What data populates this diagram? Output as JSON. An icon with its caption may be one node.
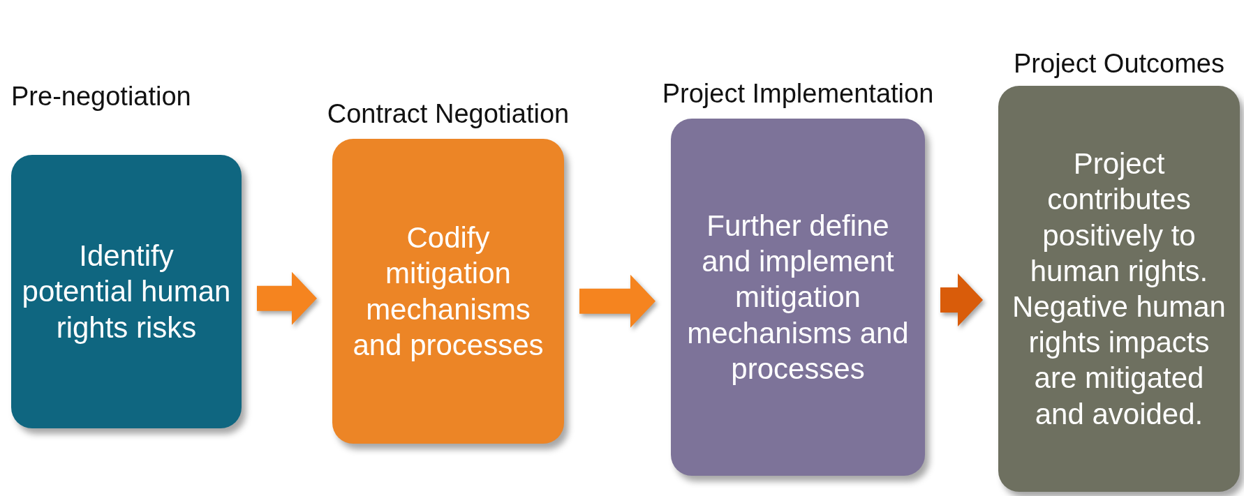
{
  "diagram": {
    "nodes": [
      {
        "text": [
          "Pre-negotiation",
          "Identify potential human rights risks"
        ]
      },
      {
        "text": [
          "Contract Negotiation",
          "Codify mitigation mechanisms and processes"
        ]
      },
      {
        "text": [
          "Project Implementation",
          "Further define and implement mitigation mechanisms and processes"
        ]
      },
      {
        "text": [
          "Project Outcomes",
          "Project contributes positively to human rights. Negative human rights impacts are mitigated and avoided."
        ]
      }
    ],
    "edges": [
      {
        "from": 0,
        "to": 1,
        "arrow": "to"
      },
      {
        "from": 1,
        "to": 2,
        "arrow": "to"
      },
      {
        "from": 2,
        "to": 3,
        "arrow": "to",
        "color": "#d95c0a"
      }
    ]
  }
}
